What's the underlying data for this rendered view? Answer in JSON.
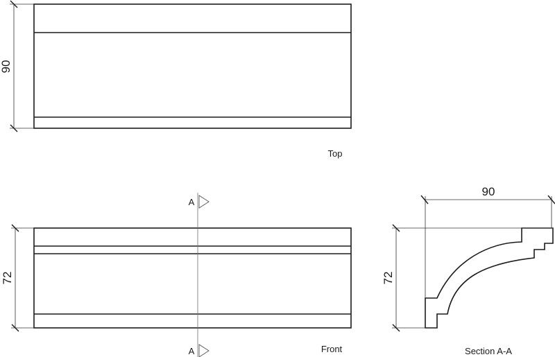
{
  "views": {
    "top": {
      "label": "Top",
      "dimension": "90"
    },
    "front": {
      "label": "Front",
      "dimension": "72",
      "section_marker": "A"
    },
    "section": {
      "label": "Section A-A",
      "width_dimension": "90",
      "height_dimension": "72"
    }
  }
}
